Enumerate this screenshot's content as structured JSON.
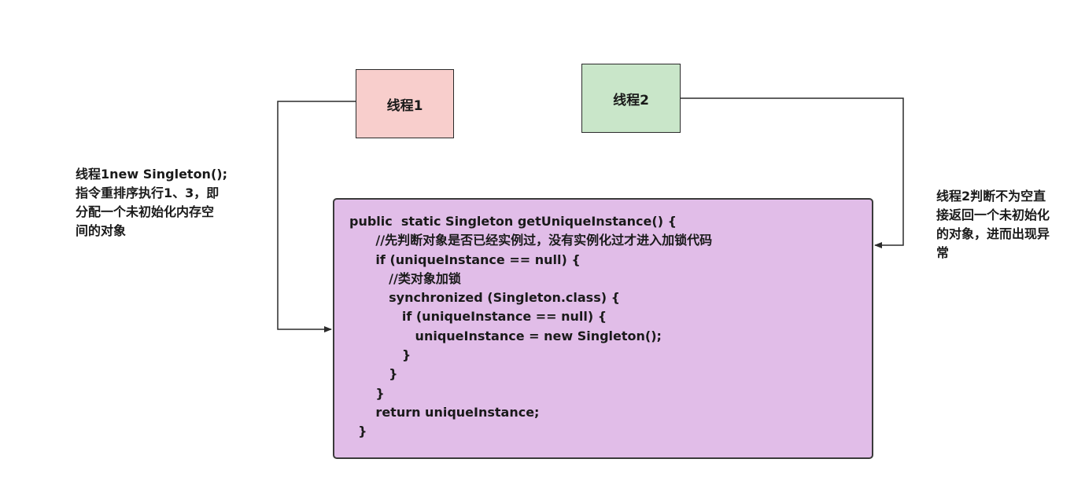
{
  "colors": {
    "thread1_fill": "#f8cecc",
    "thread2_fill": "#c9e6c9",
    "code_fill": "#e1bde8",
    "stroke": "#2b2b2b"
  },
  "thread1": {
    "label": "线程1"
  },
  "thread2": {
    "label": "线程2"
  },
  "note_left": {
    "lines": [
      "线程1new Singleton();",
      "指令重排序执行1、3，即",
      "分配一个未初始化内存空",
      "间的对象"
    ]
  },
  "note_right": {
    "lines": [
      "线程2判断不为空直",
      "接返回一个未初始化",
      "的对象，进而出现异",
      "常"
    ]
  },
  "code": {
    "lines": [
      "public  static Singleton getUniqueInstance() {",
      "      //先判断对象是否已经实例过，没有实例化过才进入加锁代码",
      "      if (uniqueInstance == null) {",
      "         //类对象加锁",
      "         synchronized (Singleton.class) {",
      "            if (uniqueInstance == null) {",
      "               uniqueInstance = new Singleton();",
      "            }",
      "         }",
      "      }",
      "      return uniqueInstance;",
      "  }"
    ]
  }
}
